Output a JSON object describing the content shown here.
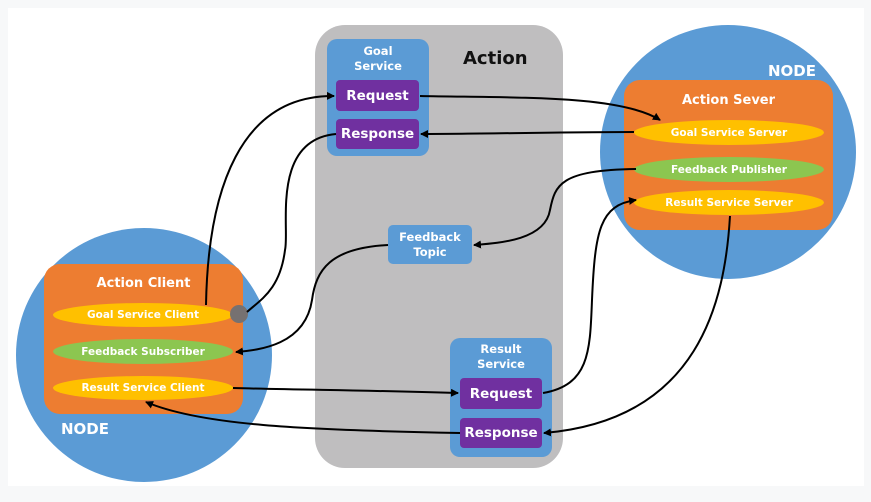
{
  "diagram": {
    "action": {
      "title": "Action"
    },
    "goal_service": {
      "title_line1": "Goal",
      "title_line2": "Service",
      "request": "Request",
      "response": "Response"
    },
    "feedback_topic": {
      "line1": "Feedback",
      "line2": "Topic"
    },
    "result_service": {
      "title_line1": "Result",
      "title_line2": "Service",
      "request": "Request",
      "response": "Response"
    },
    "server_node": {
      "label": "NODE",
      "title": "Action Sever",
      "items": [
        "Goal Service Server",
        "Feedback Publisher",
        "Result Service Server"
      ]
    },
    "client_node": {
      "label": "NODE",
      "title": "Action Client",
      "items": [
        "Goal Service Client",
        "Feedback Subscriber",
        "Result Service Client"
      ]
    },
    "colors": {
      "node": "#5b9bd5",
      "box": "#ed7d31",
      "service_pill": "#ffc000",
      "topic_pill": "#8cc650",
      "message": "#7030a0",
      "action_panel": "#bfbebf"
    }
  }
}
